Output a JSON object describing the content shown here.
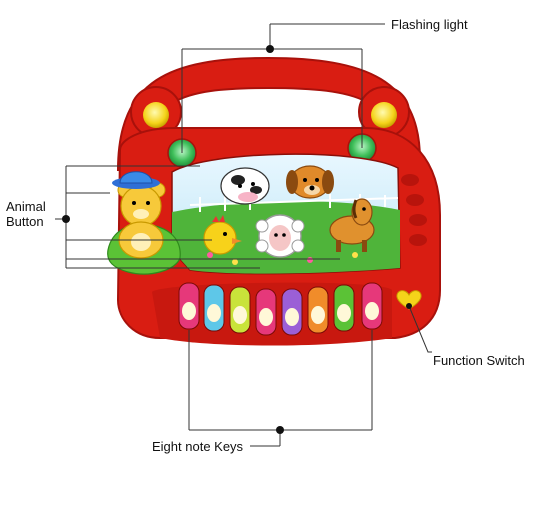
{
  "labels": {
    "flashing_light": "Flashing light",
    "animal_button": "Animal\nButton",
    "function_switch": "Function Switch",
    "note_keys": "Eight note Keys"
  },
  "colors": {
    "toy_red": "#d91d12",
    "toy_dark_red": "#a8110b",
    "light_green": "#3fbf5a",
    "yellow": "#f5d31a",
    "grass": "#4fb43a",
    "sky": "#bfe6f5",
    "callout_line": "#333333"
  },
  "key_colors": [
    "#e6387a",
    "#5ec7e8",
    "#c9e33a",
    "#e6387a",
    "#9b5fd6",
    "#f08c2a",
    "#5bc236",
    "#e6387a"
  ],
  "icons": [
    "bear-icon",
    "chick-icon",
    "sheep-icon",
    "cow-icon",
    "dog-icon",
    "horse-icon",
    "heart-icon"
  ]
}
